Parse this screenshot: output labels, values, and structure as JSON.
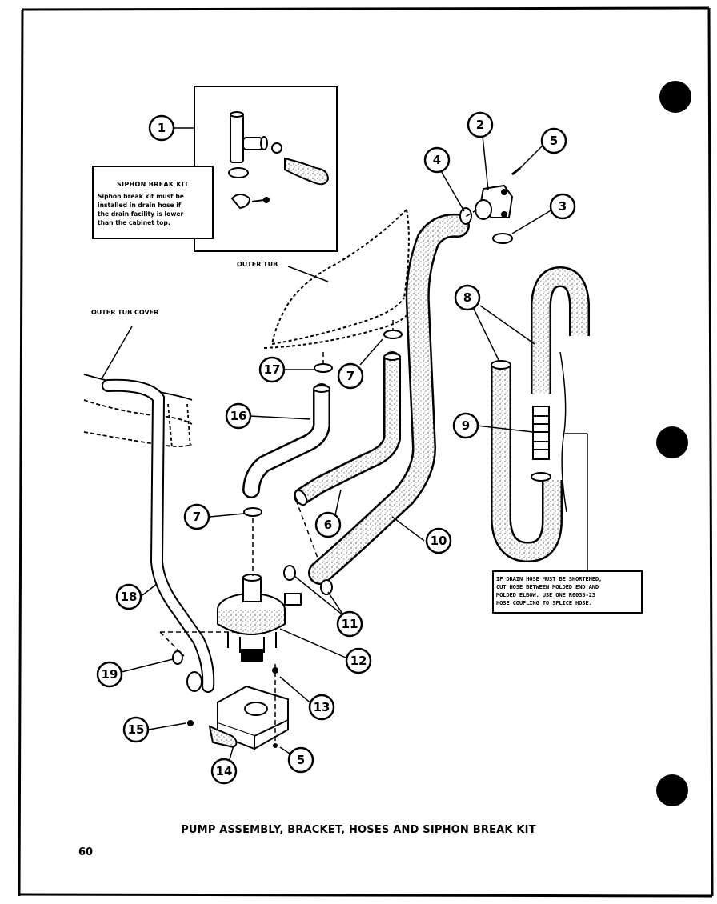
{
  "page": {
    "title": "PUMP ASSEMBLY, BRACKET, HOSES AND SIPHON BREAK KIT",
    "page_number": "60"
  },
  "siphon_box": {
    "title": "SIPHON BREAK KIT",
    "lines": [
      "Siphon break kit must be",
      "installed in drain hose if",
      "the drain facility is lower",
      "than the cabinet top."
    ]
  },
  "note_box": {
    "lines": [
      "IF DRAIN HOSE MUST BE SHORTENED,",
      "CUT HOSE BETWEEN MOLDED END AND",
      "MOLDED ELBOW.  USE ONE R6035-23",
      "HOSE COUPLING TO SPLICE HOSE."
    ]
  },
  "labels": {
    "outer_tub": "OUTER TUB",
    "outer_tub_cover": "OUTER TUB COVER"
  },
  "callouts": [
    "1",
    "2",
    "5",
    "4",
    "3",
    "8",
    "9",
    "17",
    "7",
    "16",
    "7",
    "6",
    "10",
    "18",
    "11",
    "12",
    "19",
    "13",
    "15",
    "5",
    "14"
  ]
}
